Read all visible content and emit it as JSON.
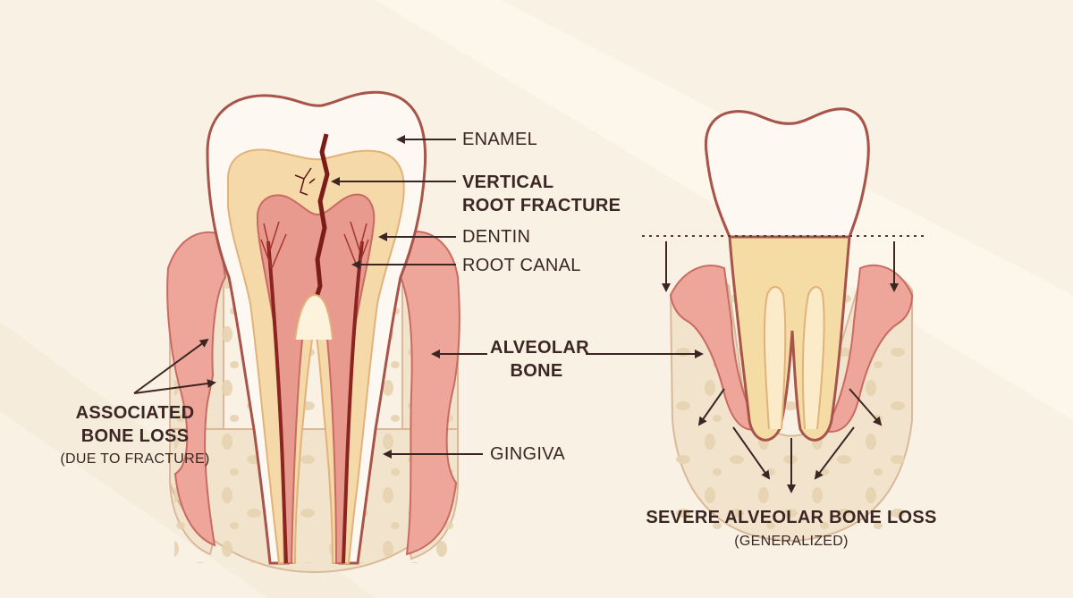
{
  "labels": {
    "enamel": "ENAMEL",
    "fracture_line1": "VERTICAL",
    "fracture_line2": "ROOT FRACTURE",
    "dentin": "DENTIN",
    "root_canal": "ROOT CANAL",
    "alveolar_line1": "ALVEOLAR",
    "alveolar_line2": "BONE",
    "gingiva": "GINGIVA",
    "assoc_line1": "ASSOCIATED",
    "assoc_line2": "BONE LOSS",
    "assoc_line3": "(DUE TO FRACTURE)",
    "severe_line1": "SEVERE ALVEOLAR BONE LOSS",
    "severe_line2": "(GENERALIZED)"
  },
  "colors": {
    "background": "#f9f1e3",
    "enamel": "#fdf9f2",
    "dentin": "#f6d9a8",
    "pulp": "#e79a8d",
    "canal": "#8a2420",
    "gingiva": "#ec9e94",
    "bone": "#f2e4cc",
    "outline": "#a8544a",
    "arrow": "#3b2624"
  }
}
